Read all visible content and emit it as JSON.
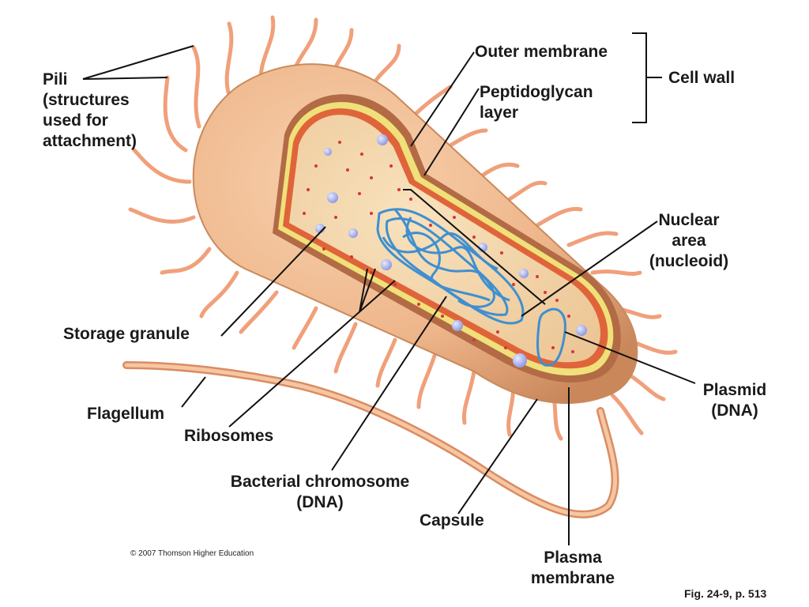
{
  "labels": {
    "pili": [
      "Pili",
      "(structures",
      "used for",
      "attachment)"
    ],
    "outer_membrane": "Outer membrane",
    "peptidoglycan": [
      "Peptidoglycan",
      "layer"
    ],
    "cell_wall": "Cell wall",
    "nuclear_area": [
      "Nuclear",
      "area",
      "(nucleoid)"
    ],
    "storage_granule": "Storage granule",
    "flagellum": "Flagellum",
    "ribosomes": "Ribosomes",
    "bacterial_chromosome": [
      "Bacterial chromosome",
      "(DNA)"
    ],
    "capsule": "Capsule",
    "plasma_membrane": [
      "Plasma",
      "membrane"
    ],
    "plasmid": [
      "Plasmid",
      "(DNA)"
    ]
  },
  "copyright": "© 2007 Thomson Higher Education",
  "figure_ref": "Fig. 24-9, p. 513",
  "colors": {
    "capsule": "#efb98f",
    "capsule_dark": "#c98a5c",
    "outer_membrane": "#b26b45",
    "peptidoglycan": "#f0e07a",
    "plasma_membrane": "#e0643a",
    "cytoplasm": "#f3d5a8",
    "chromosome": "#3f8fd0",
    "ribosome": "#d9343c",
    "granule": "#9aa4e8",
    "pili": "#f0a07a",
    "leader_line": "#111111"
  }
}
